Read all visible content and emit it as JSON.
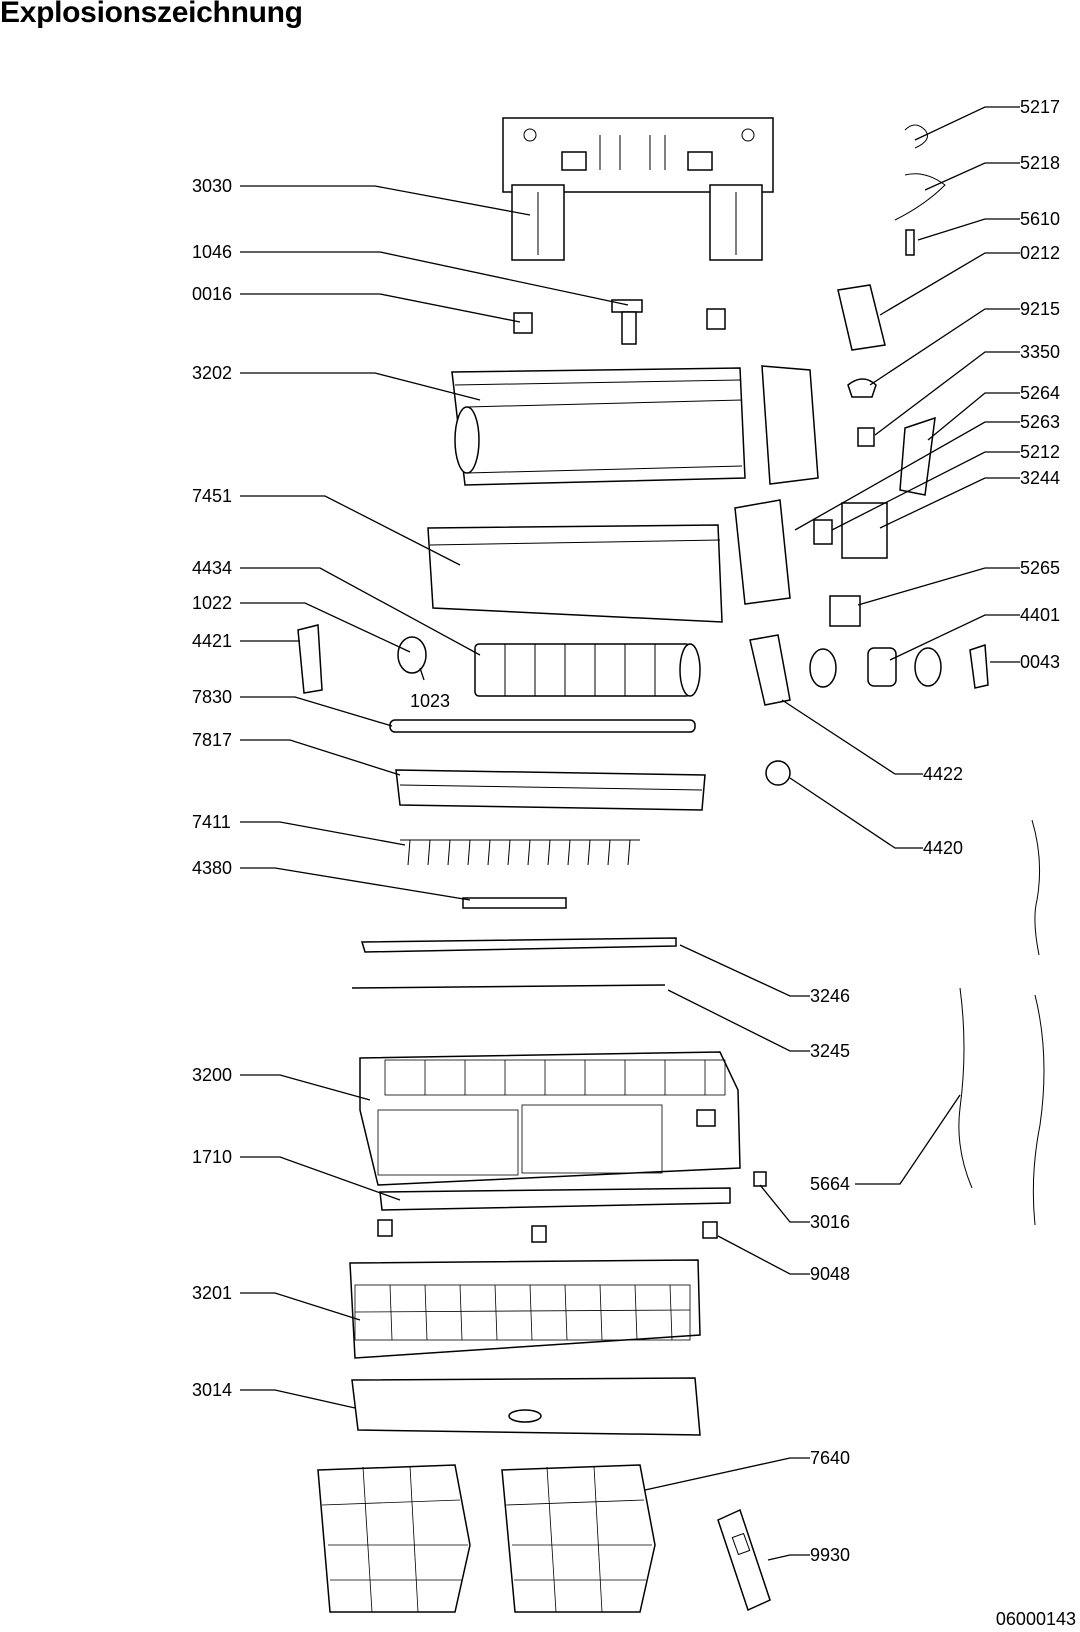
{
  "title": "Explosionszeichnung",
  "doc_number": "06000143",
  "callouts": [
    "5217",
    "5218",
    "5610",
    "0212",
    "9215",
    "3350",
    "5264",
    "5263",
    "5212",
    "3244",
    "5265",
    "4401",
    "0043",
    "4422",
    "4420",
    "3030",
    "1046",
    "0016",
    "3202",
    "7451",
    "4434",
    "1022",
    "4421",
    "1023",
    "7830",
    "7817",
    "7411",
    "4380",
    "3246",
    "3245",
    "3200",
    "1710",
    "5664",
    "3016",
    "9048",
    "3201",
    "3014",
    "7640",
    "9930"
  ]
}
